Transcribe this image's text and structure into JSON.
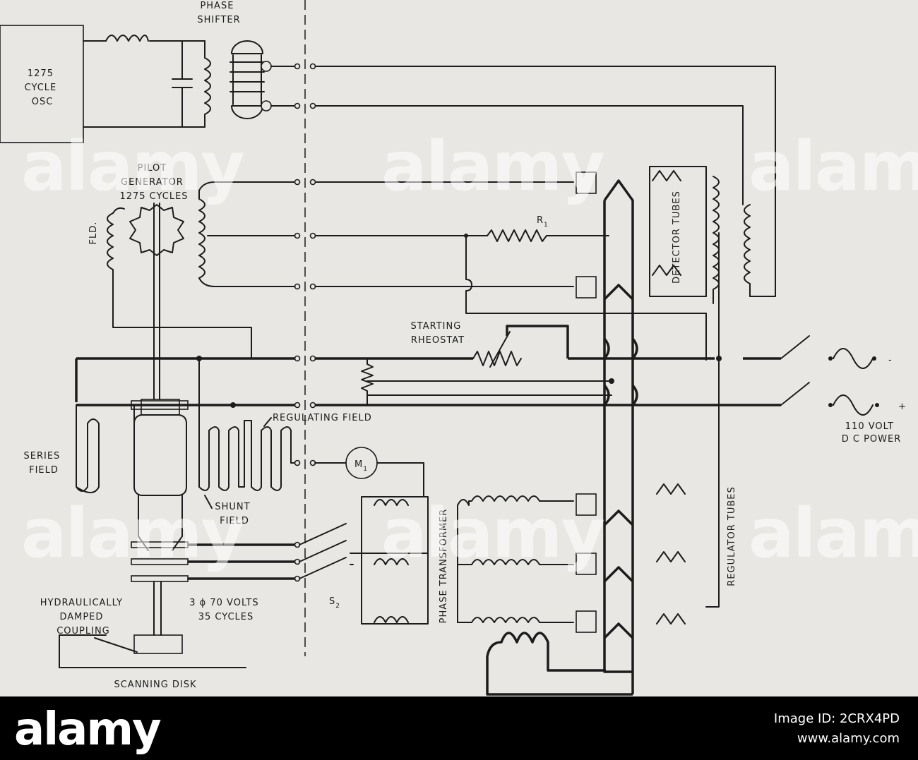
{
  "labels": {
    "phase_shifter": [
      "PHASE",
      "SHIFTER"
    ],
    "oscillator": [
      "1275",
      "CYCLE",
      "OSC"
    ],
    "pilot_generator": [
      "PILOT",
      "GENERATOR",
      "1275 CYCLES"
    ],
    "fld": "FLD.",
    "r1": "R",
    "r1_sub": "1",
    "detector_tubes": "DETECTOR TUBES",
    "starting_rheostat": [
      "STARTING",
      "RHEOSTAT"
    ],
    "regulating_field": "REGULATING FIELD",
    "series_field": [
      "SERIES",
      "FIELD"
    ],
    "shunt_field": [
      "SHUNT",
      "FIELD"
    ],
    "m1": "M",
    "m1_sub": "1",
    "phase_transformer": "PHASE TRANSFORMER",
    "regulator_tubes": "REGULATOR TUBES",
    "s2": "S",
    "s2_sub": "2",
    "three_phase": [
      "3 ɸ  70 VOLTS",
      "35 CYCLES"
    ],
    "coupling": [
      "HYDRAULICALLY",
      "DAMPED",
      "COUPLING"
    ],
    "scanning_disk": "SCANNING DISK",
    "dc_power": [
      "110 VOLT",
      "D C POWER"
    ],
    "minus": "-",
    "plus": "+"
  },
  "watermark": "alamy",
  "footer": {
    "brand": "alamy",
    "image_id": "Image ID: 2CRX4PD",
    "site": "www.alamy.com"
  }
}
